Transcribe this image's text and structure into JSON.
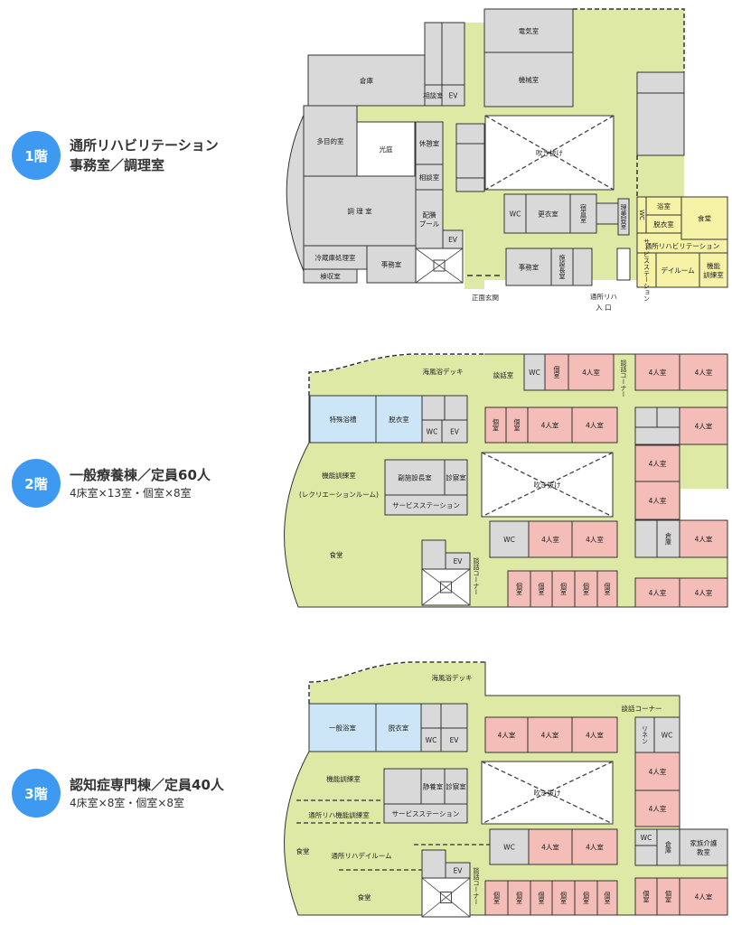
{
  "colors": {
    "badge": "#3d9af0",
    "gray": "#d9d9d9",
    "yellow": "#f6f3a6",
    "pink": "#f4bdb7",
    "blue": "#cde6f7",
    "green": "#dfe9a6"
  },
  "floors": [
    {
      "badge": "1階",
      "title": "通所リハビリテーション",
      "subtitle": "事務室／調理室",
      "rooms": [
        "電気室",
        "機械室",
        "倉庫",
        "相談室",
        "EV",
        "多目的室",
        "光庭",
        "休憩室",
        "相談室",
        [
          "配膳",
          "プール"
        ],
        "調 理 室",
        "EV",
        "冷蔵庫処理室",
        "検収室",
        "事務室",
        "吹き抜け",
        "WC",
        "更衣室",
        "宿直室",
        "理美容室",
        "WC",
        "浴室",
        "脱衣室",
        "食堂",
        "通所リハビリテーション",
        "サービスステーション",
        "デイルーム",
        [
          "機能",
          "訓練室"
        ],
        "事務室",
        "施設長室",
        "正面玄関",
        "通所リハ",
        "入 口"
      ]
    },
    {
      "badge": "2階",
      "title": "一般療養棟／定員60人",
      "subtitle": "4床室×13室・個室×8室",
      "rooms": [
        "海風浴デッキ",
        "談話室",
        "WC",
        "個室",
        "4人室",
        "談話コーナー",
        "4人室",
        "4人室",
        "特殊浴槽",
        "脱衣室",
        "WC",
        "EV",
        "個室",
        "個室",
        "4人室",
        "4人室",
        "4人室",
        "4人室",
        "4人室",
        "機能訓練室",
        "(レクリエーションルーム)",
        "吹き抜け",
        "副施設長室",
        "診察室",
        "サービスステーション",
        "WC",
        "4人室",
        "4人室",
        "倉庫",
        "4人室",
        "食堂",
        "EV",
        "談話コーナー",
        "個室",
        "個室",
        "個室",
        "個室",
        "個室",
        "4人室",
        "4人室"
      ]
    },
    {
      "badge": "3階",
      "title": "認知症専門棟／定員40人",
      "subtitle": "4床室×8室・個室×8室",
      "rooms": [
        "海風浴デッキ",
        "談話コーナー",
        "一般浴室",
        "脱衣室",
        "WC",
        "EV",
        "4人室",
        "4人室",
        "4人室",
        "リネン",
        "WC",
        "4人室",
        "4人室",
        "機能訓練室",
        "吹き抜け",
        "静養室",
        "診察室",
        "通所リハ機能訓練室",
        "サービスステーション",
        "WC",
        "4人室",
        "4人室",
        "WC",
        "倉庫",
        [
          "家族介護",
          "教室"
        ],
        "食堂",
        "通所リハデイルーム",
        "EV",
        "談話コーナー",
        "食堂",
        "個室",
        "個室",
        "個室",
        "個室",
        "個室",
        "個室",
        "個室",
        "個室",
        "4人室"
      ]
    }
  ]
}
